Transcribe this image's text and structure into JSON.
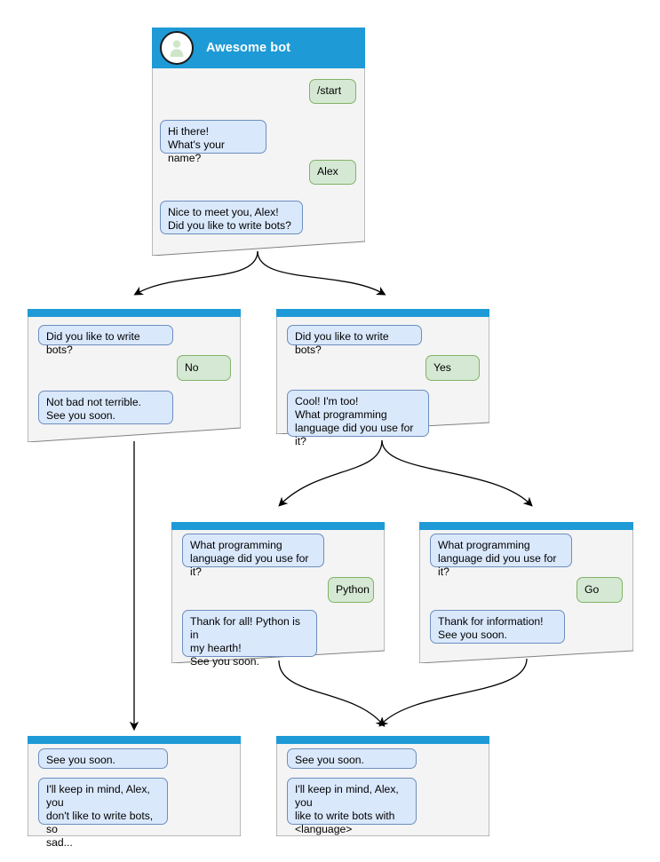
{
  "diagram": {
    "title": "Awesome bot conversation flow",
    "colors": {
      "header_blue": "#1e9ad6",
      "node_fill": "#f4f4f4",
      "node_stroke": "#808080",
      "bot_bubble_fill": "#dae8fc",
      "bot_bubble_stroke": "#6c8ebf",
      "user_bubble_fill": "#d5e8d4",
      "user_bubble_stroke": "#82b366",
      "edge_stroke": "#000000",
      "canvas_background": "#ffffff"
    }
  },
  "nodes": {
    "start": {
      "name": "start-node",
      "bot_name": "Awesome bot",
      "avatar_icon": "person-avatar-icon",
      "messages": [
        {
          "role": "user",
          "text": "/start"
        },
        {
          "role": "bot",
          "text": "Hi there!\nWhat's your name?"
        },
        {
          "role": "user",
          "text": "Alex"
        },
        {
          "role": "bot",
          "text": "Nice to meet you, Alex!\nDid you like to write bots?"
        }
      ]
    },
    "no_branch": {
      "name": "answer-no-node",
      "messages": [
        {
          "role": "bot",
          "text": "Did you like to write bots?"
        },
        {
          "role": "user",
          "text": "No"
        },
        {
          "role": "bot",
          "text": "Not bad not terrible.\nSee you soon."
        }
      ]
    },
    "yes_branch": {
      "name": "answer-yes-node",
      "messages": [
        {
          "role": "bot",
          "text": "Did you like to write bots?"
        },
        {
          "role": "user",
          "text": "Yes"
        },
        {
          "role": "bot",
          "text": "Cool! I'm too!\nWhat programming\nlanguage did you use for it?"
        }
      ]
    },
    "python_branch": {
      "name": "answer-python-node",
      "messages": [
        {
          "role": "bot",
          "text": "What programming\nlanguage did you use for it?"
        },
        {
          "role": "user",
          "text": "Python"
        },
        {
          "role": "bot",
          "text": "Thank for all! Python is in\nmy hearth!\nSee you soon."
        }
      ]
    },
    "go_branch": {
      "name": "answer-go-node",
      "messages": [
        {
          "role": "bot",
          "text": "What programming\nlanguage did you use for it?"
        },
        {
          "role": "user",
          "text": "Go"
        },
        {
          "role": "bot",
          "text": "Thank for information!\nSee you soon."
        }
      ]
    },
    "end_sad": {
      "name": "end-sad-node",
      "messages": [
        {
          "role": "bot",
          "text": "See you soon."
        },
        {
          "role": "bot",
          "text": "I'll keep in mind, Alex, you\ndon't like to write bots, so\nsad..."
        }
      ]
    },
    "end_happy": {
      "name": "end-happy-node",
      "messages": [
        {
          "role": "bot",
          "text": "See you soon."
        },
        {
          "role": "bot",
          "text": "I'll keep in mind, Alex, you\nlike to write bots with\n<language>"
        }
      ]
    }
  }
}
